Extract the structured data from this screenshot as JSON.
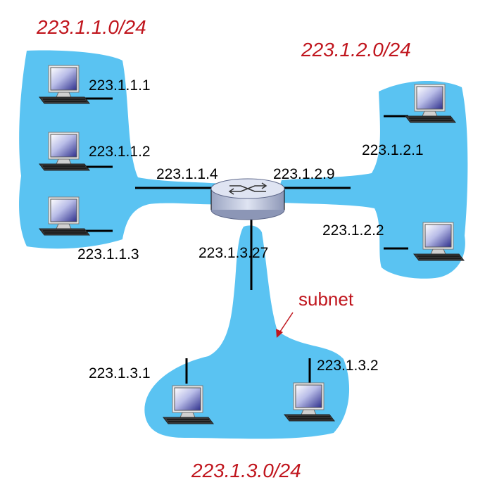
{
  "colors": {
    "subnet_fill": "#5ac3f2",
    "accent": "#c0151d",
    "link": "#000000",
    "router_body": "#c8d0e4",
    "router_top": "#dfe4f2"
  },
  "subnets": [
    {
      "id": "left",
      "title": "223.1.1.0/24"
    },
    {
      "id": "right",
      "title": "223.1.2.0/24"
    },
    {
      "id": "bottom",
      "title": "223.1.3.0/24"
    }
  ],
  "hosts": [
    {
      "subnet": "223.1.1.0/24",
      "address": "223.1.1.1",
      "icon": "desktop-computer-icon"
    },
    {
      "subnet": "223.1.1.0/24",
      "address": "223.1.1.2",
      "icon": "desktop-computer-icon"
    },
    {
      "subnet": "223.1.1.0/24",
      "address": "223.1.1.3",
      "icon": "desktop-computer-icon"
    },
    {
      "subnet": "223.1.2.0/24",
      "address": "223.1.2.1",
      "icon": "desktop-computer-icon"
    },
    {
      "subnet": "223.1.2.0/24",
      "address": "223.1.2.2",
      "icon": "desktop-computer-icon"
    },
    {
      "subnet": "223.1.3.0/24",
      "address": "223.1.3.1",
      "icon": "desktop-computer-icon"
    },
    {
      "subnet": "223.1.3.0/24",
      "address": "223.1.3.2",
      "icon": "desktop-computer-icon"
    }
  ],
  "router": {
    "icon": "router-icon",
    "interfaces": [
      {
        "address": "223.1.1.4"
      },
      {
        "address": "223.1.2.9"
      },
      {
        "address": "223.1.3.27"
      }
    ]
  },
  "callout": {
    "text": "subnet"
  }
}
